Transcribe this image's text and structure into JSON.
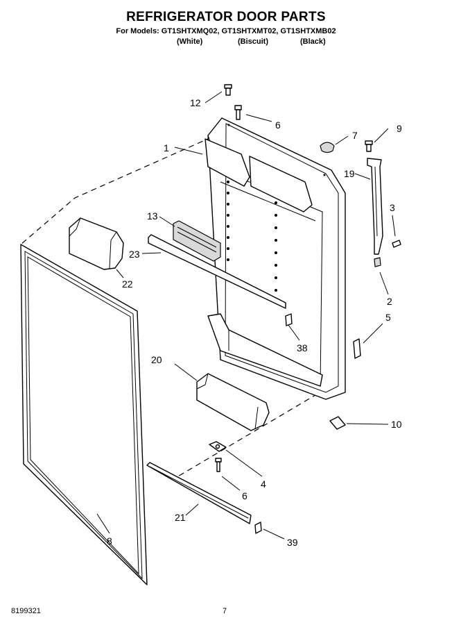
{
  "header": {
    "title": "REFRIGERATOR DOOR PARTS",
    "models": "For Models: GT1SHTXMQ02, GT1SHTXMT02, GT1SHTXMB02",
    "variants": [
      "(White)",
      "(Biscuit)",
      "(Black)"
    ]
  },
  "footer": {
    "doc_number": "8199321",
    "page_number": "7"
  },
  "callouts": [
    "12",
    "6",
    "7",
    "9",
    "1",
    "19",
    "3",
    "13",
    "23",
    "22",
    "2",
    "5",
    "38",
    "20",
    "10",
    "4",
    "6",
    "21",
    "8",
    "39"
  ]
}
